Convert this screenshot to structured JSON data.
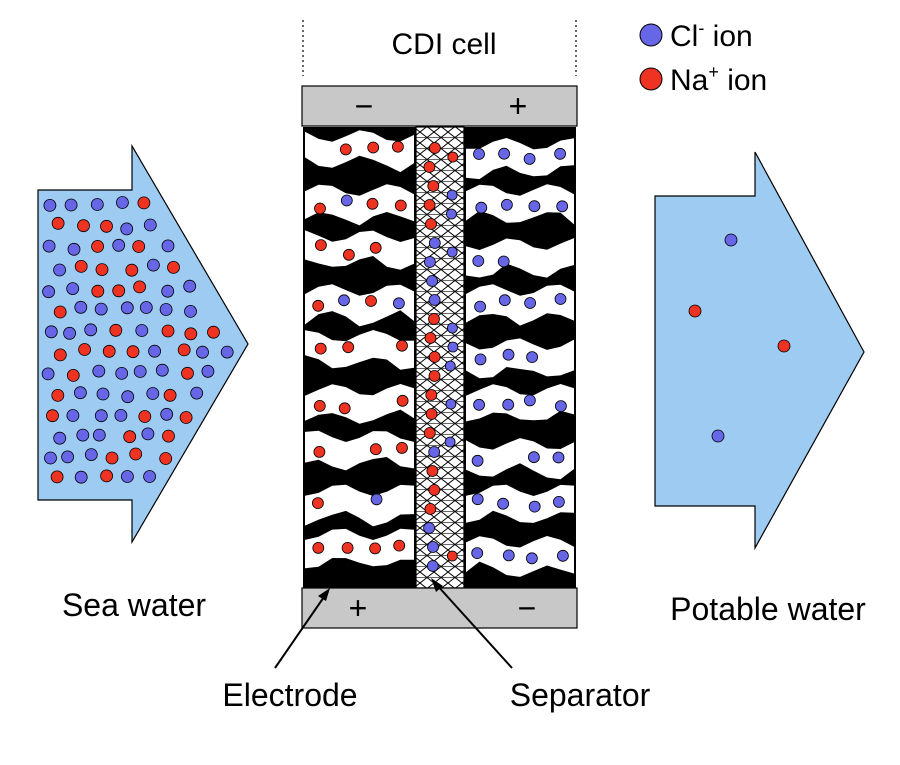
{
  "title": "CDI cell",
  "legend": {
    "cl": {
      "label": "Cl",
      "sup": "-",
      "suffix": " ion",
      "color": "#6666e6"
    },
    "na": {
      "label": "Na",
      "sup": "+",
      "suffix": " ion",
      "color": "#ee3322"
    }
  },
  "plates": {
    "top": {
      "left_sign": "−",
      "right_sign": "+"
    },
    "bottom": {
      "left_sign": "+",
      "right_sign": "−"
    }
  },
  "labels": {
    "sea_water": "Sea water",
    "potable_water": "Potable water",
    "electrode": "Electrode",
    "separator": "Separator"
  },
  "colors": {
    "water": "#9ecbf2",
    "plate": "#c8c8c8",
    "electrode": "#000000"
  },
  "icons": {
    "inlet": "arrow-right-shape",
    "outlet": "arrow-right-shape"
  }
}
